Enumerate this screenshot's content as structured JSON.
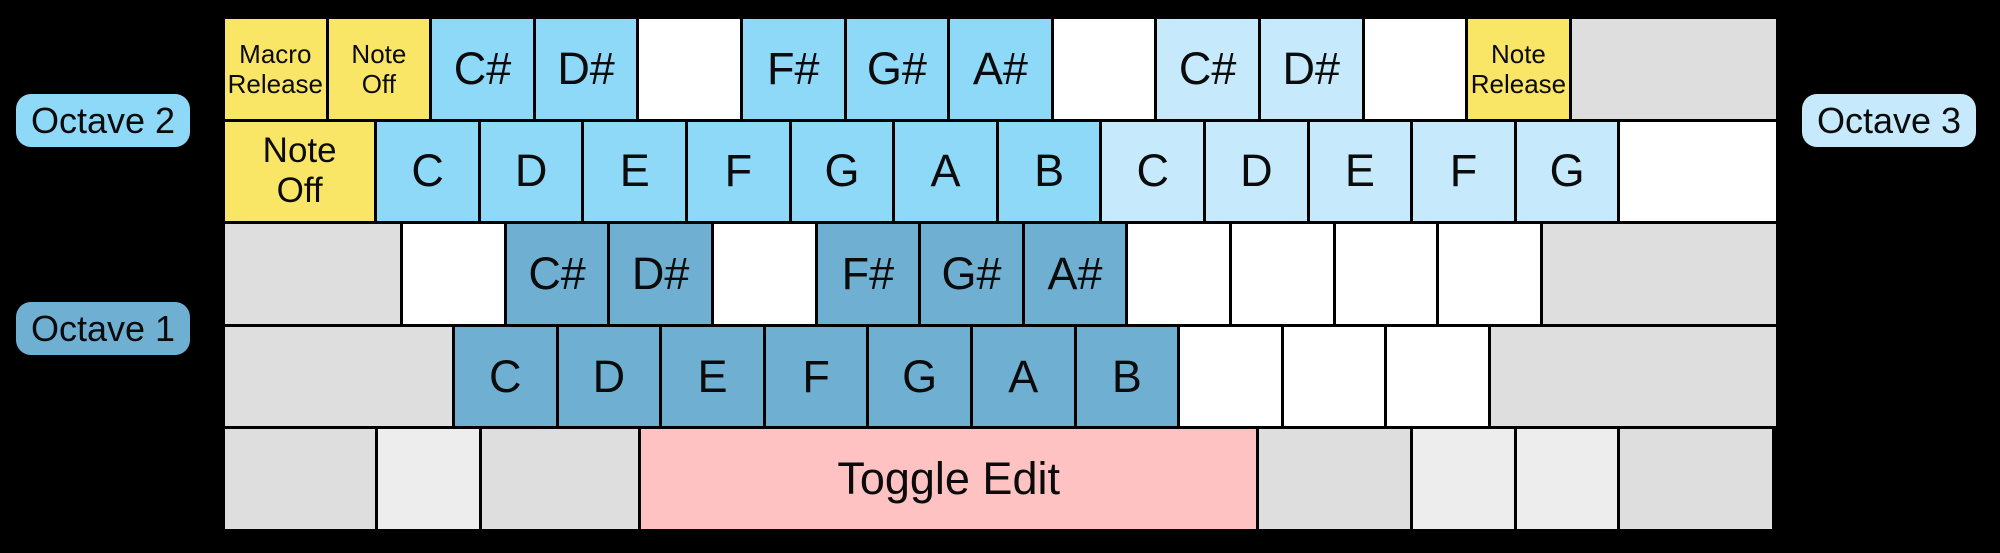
{
  "labels": {
    "octave1": "Octave 1",
    "octave2": "Octave 2",
    "octave3": "Octave 3"
  },
  "colors": {
    "octave1": "#6FB0D2",
    "octave2": "#8ED8F8",
    "octave3": "#C6EAFB",
    "function": "#F9E566",
    "edit": "#FFC2C2",
    "mod": "#DEDEDE",
    "modLight": "#EDEDED",
    "blank": "#FFFFFF",
    "background": "#000000",
    "text": "#0b0b0b"
  },
  "keyboard": {
    "rows": [
      {
        "name": "row-number",
        "keys": [
          {
            "name": "key-macro-release",
            "type": "function",
            "w": 1,
            "size": "small",
            "lines": [
              "Macro",
              "Release"
            ]
          },
          {
            "name": "key-note-off-top",
            "type": "function",
            "w": 1,
            "size": "small",
            "lines": [
              "Note",
              "Off"
            ]
          },
          {
            "name": "key-csharp-octave2",
            "type": "octave2",
            "w": 1,
            "size": "note",
            "lines": [
              "C#"
            ]
          },
          {
            "name": "key-dsharp-octave2",
            "type": "octave2",
            "w": 1,
            "size": "note",
            "lines": [
              "D#"
            ]
          },
          {
            "name": "key-blank-white",
            "type": "blank",
            "w": 1
          },
          {
            "name": "key-fsharp-octave2",
            "type": "octave2",
            "w": 1,
            "size": "note",
            "lines": [
              "F#"
            ]
          },
          {
            "name": "key-gsharp-octave2",
            "type": "octave2",
            "w": 1,
            "size": "note",
            "lines": [
              "G#"
            ]
          },
          {
            "name": "key-asharp-octave2",
            "type": "octave2",
            "w": 1,
            "size": "note",
            "lines": [
              "A#"
            ]
          },
          {
            "name": "key-blank-white",
            "type": "blank",
            "w": 1
          },
          {
            "name": "key-csharp-octave3",
            "type": "octave3",
            "w": 1,
            "size": "note",
            "lines": [
              "C#"
            ]
          },
          {
            "name": "key-dsharp-octave3",
            "type": "octave3",
            "w": 1,
            "size": "note",
            "lines": [
              "D#"
            ]
          },
          {
            "name": "key-blank-white",
            "type": "blank",
            "w": 1
          },
          {
            "name": "key-note-release",
            "type": "function",
            "w": 1,
            "size": "small",
            "lines": [
              "Note",
              "Release"
            ]
          },
          {
            "name": "key-blank-gray",
            "type": "mod",
            "w": 2
          }
        ]
      },
      {
        "name": "row-qwerty",
        "keys": [
          {
            "name": "key-note-off",
            "type": "function",
            "w": 1.47,
            "size": "medium",
            "lines": [
              "Note",
              "Off"
            ]
          },
          {
            "name": "key-c-octave2",
            "type": "octave2",
            "w": 1,
            "size": "note",
            "lines": [
              "C"
            ]
          },
          {
            "name": "key-d-octave2",
            "type": "octave2",
            "w": 1,
            "size": "note",
            "lines": [
              "D"
            ]
          },
          {
            "name": "key-e-octave2",
            "type": "octave2",
            "w": 1,
            "size": "note",
            "lines": [
              "E"
            ]
          },
          {
            "name": "key-f-octave2",
            "type": "octave2",
            "w": 1,
            "size": "note",
            "lines": [
              "F"
            ]
          },
          {
            "name": "key-g-octave2",
            "type": "octave2",
            "w": 1,
            "size": "note",
            "lines": [
              "G"
            ]
          },
          {
            "name": "key-a-octave2",
            "type": "octave2",
            "w": 1,
            "size": "note",
            "lines": [
              "A"
            ]
          },
          {
            "name": "key-b-octave2",
            "type": "octave2",
            "w": 1,
            "size": "note",
            "lines": [
              "B"
            ]
          },
          {
            "name": "key-c-octave3",
            "type": "octave3",
            "w": 1,
            "size": "note",
            "lines": [
              "C"
            ]
          },
          {
            "name": "key-d-octave3",
            "type": "octave3",
            "w": 1,
            "size": "note",
            "lines": [
              "D"
            ]
          },
          {
            "name": "key-e-octave3",
            "type": "octave3",
            "w": 1,
            "size": "note",
            "lines": [
              "E"
            ]
          },
          {
            "name": "key-f-octave3",
            "type": "octave3",
            "w": 1,
            "size": "note",
            "lines": [
              "F"
            ]
          },
          {
            "name": "key-g-octave3",
            "type": "octave3",
            "w": 1,
            "size": "note",
            "lines": [
              "G"
            ]
          },
          {
            "name": "key-blank-white",
            "type": "blank",
            "w": 1.53
          }
        ]
      },
      {
        "name": "row-home",
        "keys": [
          {
            "name": "key-blank-gray",
            "type": "mod",
            "w": 1.72
          },
          {
            "name": "key-blank-white",
            "type": "blank",
            "w": 1
          },
          {
            "name": "key-csharp-octave1",
            "type": "octave1",
            "w": 1,
            "size": "note",
            "lines": [
              "C#"
            ]
          },
          {
            "name": "key-dsharp-octave1",
            "type": "octave1",
            "w": 1,
            "size": "note",
            "lines": [
              "D#"
            ]
          },
          {
            "name": "key-blank-white",
            "type": "blank",
            "w": 1
          },
          {
            "name": "key-fsharp-octave1",
            "type": "octave1",
            "w": 1,
            "size": "note",
            "lines": [
              "F#"
            ]
          },
          {
            "name": "key-gsharp-octave1",
            "type": "octave1",
            "w": 1,
            "size": "note",
            "lines": [
              "G#"
            ]
          },
          {
            "name": "key-asharp-octave1",
            "type": "octave1",
            "w": 1,
            "size": "note",
            "lines": [
              "A#"
            ]
          },
          {
            "name": "key-blank-white",
            "type": "blank",
            "w": 1
          },
          {
            "name": "key-blank-white",
            "type": "blank",
            "w": 1
          },
          {
            "name": "key-blank-white",
            "type": "blank",
            "w": 1
          },
          {
            "name": "key-blank-white",
            "type": "blank",
            "w": 1
          },
          {
            "name": "key-blank-gray",
            "type": "mod",
            "w": 2.28
          }
        ]
      },
      {
        "name": "row-bottom-letters",
        "keys": [
          {
            "name": "key-blank-gray",
            "type": "mod",
            "w": 2.22
          },
          {
            "name": "key-c-octave1",
            "type": "octave1",
            "w": 1,
            "size": "note",
            "lines": [
              "C"
            ]
          },
          {
            "name": "key-d-octave1",
            "type": "octave1",
            "w": 1,
            "size": "note",
            "lines": [
              "D"
            ]
          },
          {
            "name": "key-e-octave1",
            "type": "octave1",
            "w": 1,
            "size": "note",
            "lines": [
              "E"
            ]
          },
          {
            "name": "key-f-octave1",
            "type": "octave1",
            "w": 1,
            "size": "note",
            "lines": [
              "F"
            ]
          },
          {
            "name": "key-g-octave1",
            "type": "octave1",
            "w": 1,
            "size": "note",
            "lines": [
              "G"
            ]
          },
          {
            "name": "key-a-octave1",
            "type": "octave1",
            "w": 1,
            "size": "note",
            "lines": [
              "A"
            ]
          },
          {
            "name": "key-b-octave1",
            "type": "octave1",
            "w": 1,
            "size": "note",
            "lines": [
              "B"
            ]
          },
          {
            "name": "key-blank-white",
            "type": "blank",
            "w": 1
          },
          {
            "name": "key-blank-white",
            "type": "blank",
            "w": 1
          },
          {
            "name": "key-blank-white",
            "type": "blank",
            "w": 1
          },
          {
            "name": "key-blank-gray",
            "type": "mod",
            "w": 2.78
          }
        ]
      },
      {
        "name": "row-space",
        "keys": [
          {
            "name": "key-blank-gray",
            "type": "mod",
            "w": 1.48
          },
          {
            "name": "key-blank-lightgray",
            "type": "modLight",
            "w": 1
          },
          {
            "name": "key-blank-gray",
            "type": "mod",
            "w": 1.54
          },
          {
            "name": "key-toggle-edit",
            "type": "edit",
            "w": 5.96,
            "size": "large",
            "lines": [
              "Toggle Edit"
            ]
          },
          {
            "name": "key-blank-gray",
            "type": "mod",
            "w": 1.49
          },
          {
            "name": "key-blank-lightgray",
            "type": "modLight",
            "w": 1
          },
          {
            "name": "key-blank-lightgray",
            "type": "modLight",
            "w": 1
          },
          {
            "name": "key-blank-gray",
            "type": "mod",
            "w": 1.49
          }
        ]
      }
    ]
  }
}
